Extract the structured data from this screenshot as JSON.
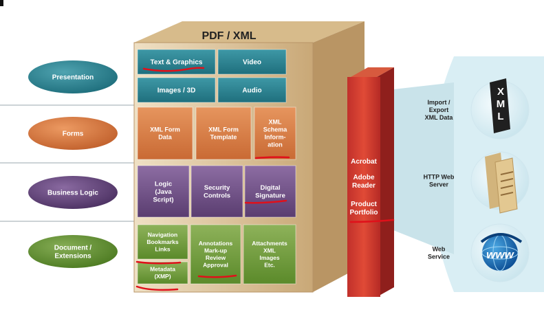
{
  "title": "PDF / XML",
  "layers": [
    {
      "label": "Presentation",
      "color": "#2a7f8e"
    },
    {
      "label": "Forms",
      "color": "#d2703a"
    },
    {
      "label": "Business Logic",
      "color": "#5e3f73"
    },
    {
      "label": "Document / Extensions",
      "color": "#5d8a2a"
    }
  ],
  "cells": {
    "text_graphics": "Text & Graphics",
    "video": "Video",
    "images_3d": "Images / 3D",
    "audio": "Audio",
    "xml_form_data": "XML Form Data",
    "xml_form_template": "XML Form Template",
    "xml_schema_information": "XML Schema Inform-ation",
    "logic_javascript": "Logic (Java Script)",
    "security_controls": "Security Controls",
    "digital_signature": "Digital Signature",
    "navigation": "Navigation Bookmarks Links",
    "annotations": "Annotations Mark-up Review Approval",
    "attachments": "Attachments XML Images Etc.",
    "metadata": "Metadata (XMP)"
  },
  "column": {
    "acrobat": "Acrobat",
    "adobe_reader": "Adobe Reader",
    "product_portfolio": "Product Portfolio"
  },
  "services": [
    {
      "label": "Import / Export XML Data",
      "icon": "xml-document-icon"
    },
    {
      "label": "HTTP Web Server",
      "icon": "web-server-icon"
    },
    {
      "label": "Web Service",
      "icon": "www-globe-icon"
    }
  ],
  "xml_icon_text": "XML",
  "www_icon_text": "www",
  "annotation_color": "#e0101a"
}
